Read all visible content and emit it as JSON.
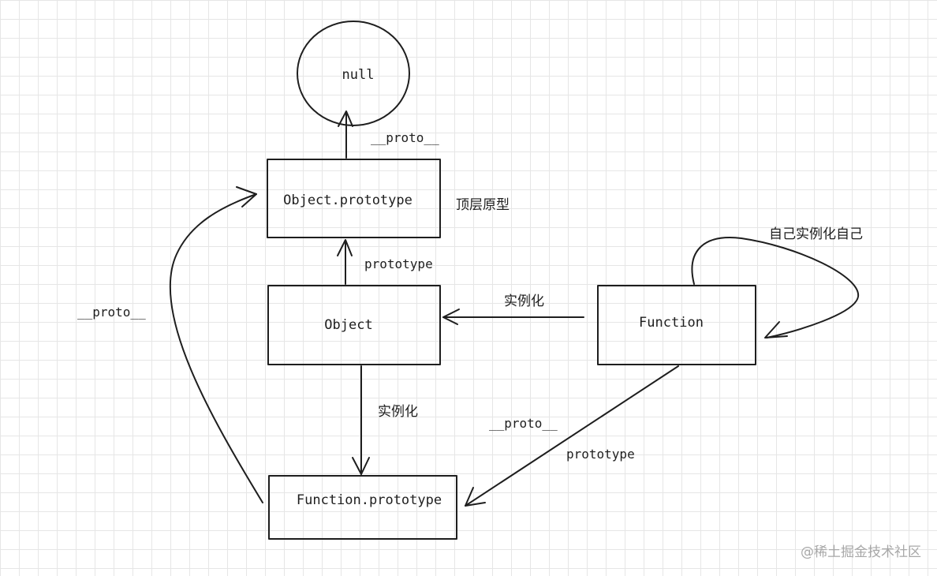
{
  "nodes": {
    "null": "null",
    "object_prototype": "Object.prototype",
    "object": "Object",
    "function": "Function",
    "function_prototype": "Function.prototype"
  },
  "edge_labels": {
    "object_prototype_to_null": "__proto__",
    "object_to_object_prototype": "prototype",
    "function_prototype_to_object_prototype": "__proto__",
    "function_to_object": "实例化",
    "object_to_function_prototype": "实例化",
    "function_to_function_prototype_proto": "__proto__",
    "function_to_function_prototype_prototype": "prototype",
    "function_self": "自己实例化自己"
  },
  "annotations": {
    "top_prototype": "顶层原型"
  },
  "watermark": "@稀土掘金技术社区",
  "colors": {
    "stroke": "#1e1e1e",
    "grid": "#e6e6e6",
    "watermark": "#a8a8a8"
  }
}
